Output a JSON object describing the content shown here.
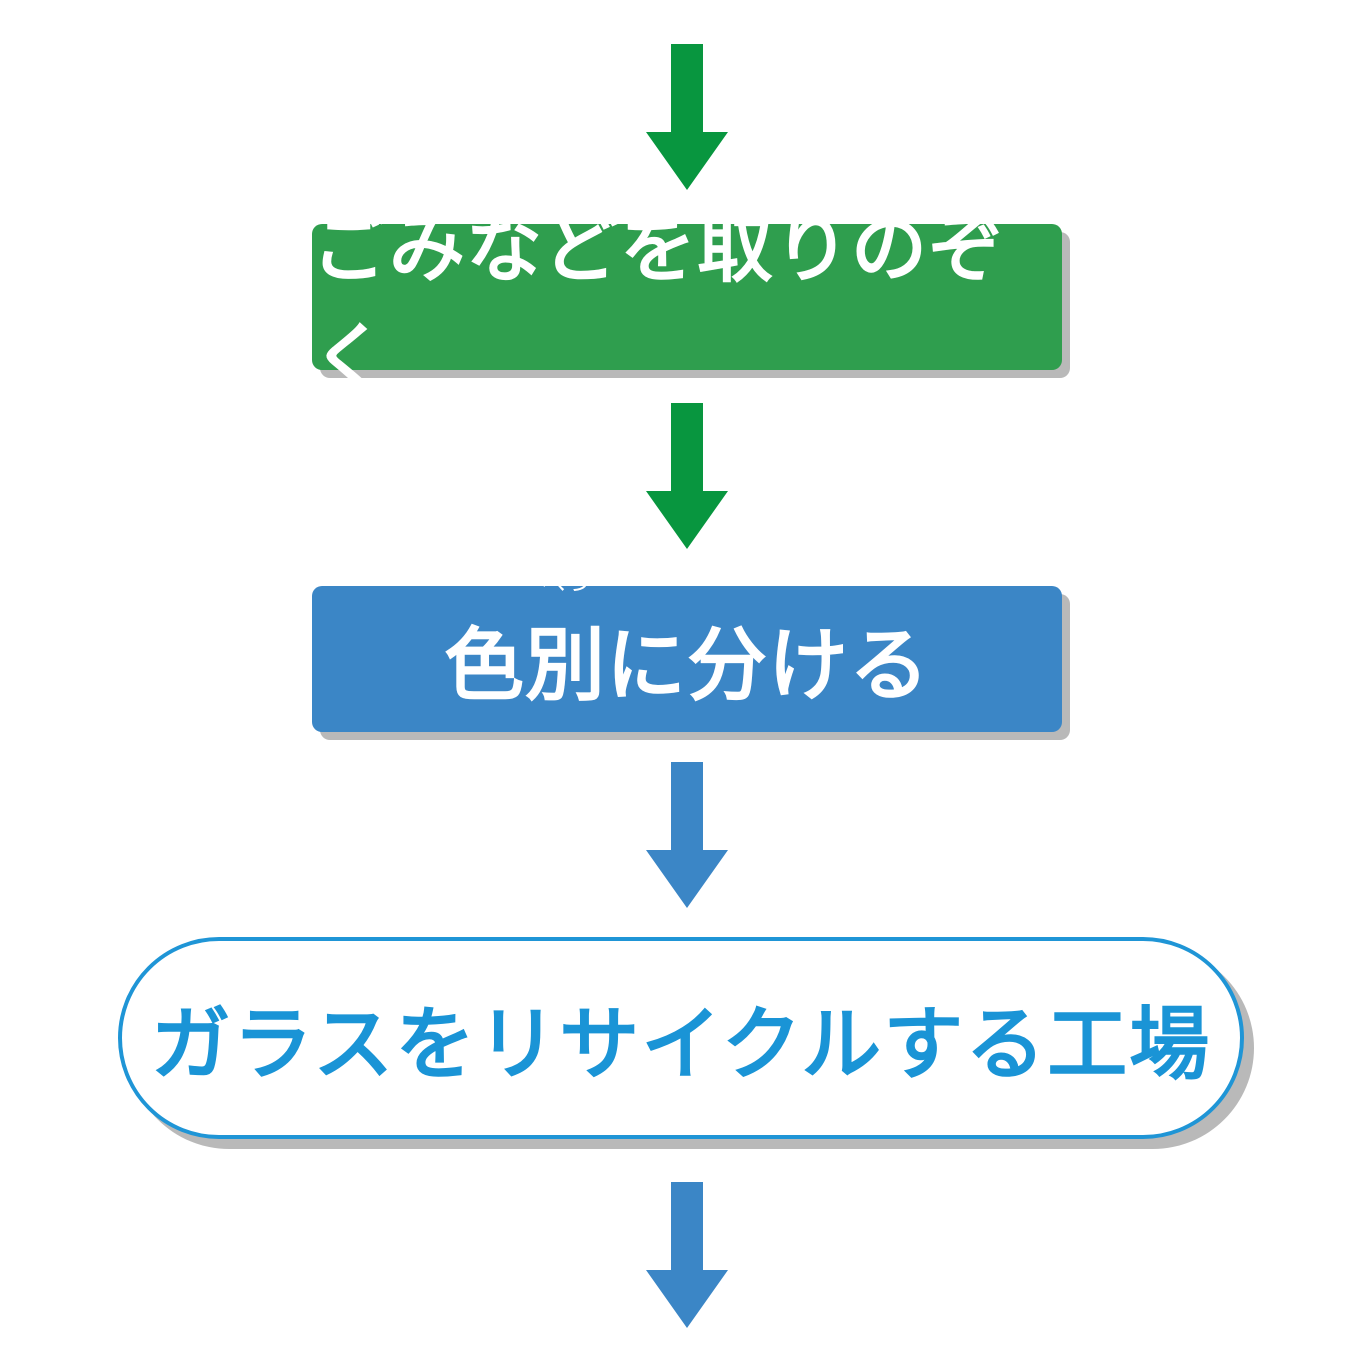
{
  "steps": {
    "remove_debris": {
      "label": "ごみなどを取りのぞく"
    },
    "sort_by_color": {
      "label_before": "色",
      "ruby_base": "別",
      "ruby_text": "べつ",
      "label_after": "に分ける"
    },
    "factory": {
      "label": "ガラスをリサイクルする工場"
    }
  },
  "colors": {
    "green": "#2f9e4e",
    "green_arrow": "#08963f",
    "blue": "#3b86c6",
    "factory_text": "#1a94d6",
    "shadow": "#b9b9b9"
  }
}
